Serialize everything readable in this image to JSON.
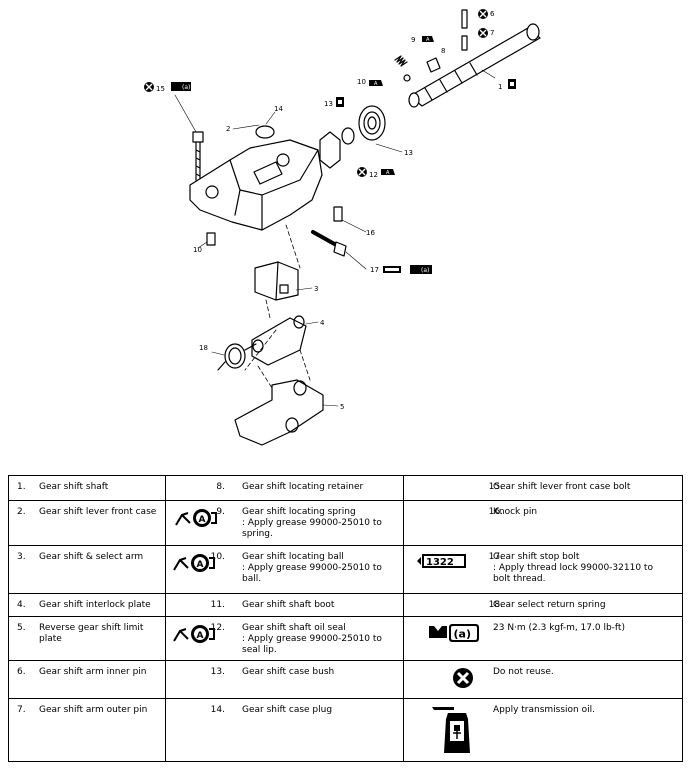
{
  "figure": {
    "callouts": [
      "1",
      "2",
      "3",
      "4",
      "5",
      "6",
      "7",
      "8",
      "9",
      "10",
      "10",
      "12",
      "13",
      "13",
      "14",
      "15",
      "16",
      "16",
      "17",
      "18"
    ],
    "badge_a": "(a)",
    "badge_A": "A"
  },
  "legend": {
    "rows": [
      [
        {
          "num": "1.",
          "text": "Gear shift shaft"
        },
        {
          "num": "8.",
          "text": "Gear shift locating retainer"
        },
        {
          "num": "15.",
          "text": "Gear shift lever front case bolt"
        }
      ],
      [
        {
          "num": "2.",
          "text": "Gear shift lever front case"
        },
        {
          "num": "9.",
          "text": "Gear shift locating spring",
          "note": ": Apply grease 99000-25010 to spring.",
          "icon": "grease-icon"
        },
        {
          "num": "16.",
          "text": "Knock pin"
        }
      ],
      [
        {
          "num": "3.",
          "text": "Gear shift & select arm"
        },
        {
          "num": "10.",
          "text": "Gear shift locating ball",
          "note": ": Apply grease 99000-25010 to ball.",
          "icon": "grease-icon"
        },
        {
          "num": "17.",
          "text": "Gear shift stop bolt",
          "note": ": Apply thread lock 99000-32110 to bolt thread.",
          "icon": "thread-lock-icon",
          "icon_text": "1322"
        }
      ],
      [
        {
          "num": "4.",
          "text": "Gear shift interlock plate"
        },
        {
          "num": "11.",
          "text": "Gear shift shaft boot"
        },
        {
          "num": "18.",
          "text": "Gear select return spring"
        }
      ],
      [
        {
          "num": "5.",
          "text": "Reverse gear shift limit plate"
        },
        {
          "num": "12.",
          "text": "Gear shift shaft oil seal",
          "note": ": Apply grease 99000-25010 to seal lip.",
          "icon": "grease-icon"
        },
        {
          "text": "23 N·m (2.3 kgf-m, 17.0 lb-ft)",
          "icon": "torque-icon"
        }
      ],
      [
        {
          "num": "6.",
          "text": "Gear shift arm inner pin"
        },
        {
          "num": "13.",
          "text": "Gear shift case bush"
        },
        {
          "text": "Do not reuse.",
          "icon": "do-not-reuse-icon"
        }
      ],
      [
        {
          "num": "7.",
          "text": "Gear shift arm outer pin"
        },
        {
          "num": "14.",
          "text": "Gear shift case plug"
        },
        {
          "text": "Apply transmission oil.",
          "icon": "oil-can-icon"
        }
      ]
    ]
  }
}
